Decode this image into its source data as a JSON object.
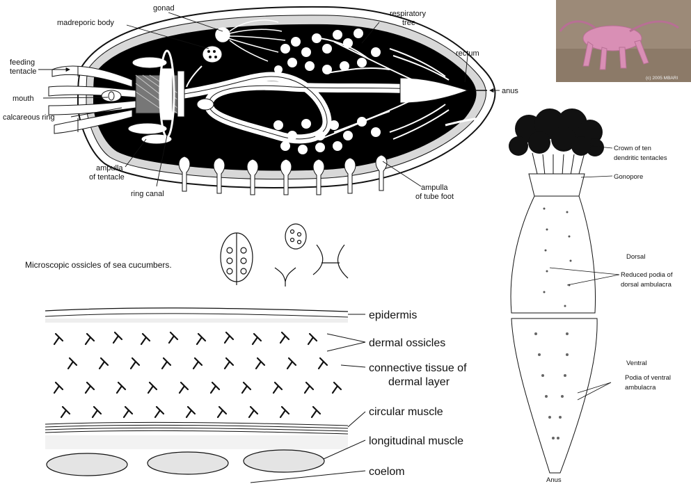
{
  "anatomy_labels": {
    "gonad": "gonad",
    "madreporic_body": "madreporic body",
    "respiratory_tree_1": "respiratory",
    "respiratory_tree_2": "tree",
    "feeding_tentacle_1": "feeding",
    "feeding_tentacle_2": "tentacle",
    "mouth": "mouth",
    "calcareous_ring": "calcareous ring",
    "rectum": "rectum",
    "anus": "anus",
    "ampulla_tentacle_1": "ampulla",
    "ampulla_tentacle_2": "of tentacle",
    "ring_canal": "ring canal",
    "ampulla_tube_foot_1": "ampulla",
    "ampulla_tube_foot_2": "of tube foot"
  },
  "photo": {
    "credit": "(c) 2005 MBARI",
    "bg_color": "#9c8a78",
    "animal_color": "#d98fb5"
  },
  "external_labels": {
    "crown_1": "Crown of ten",
    "crown_2": "dendritic tentacles",
    "gonopore": "Gonopore",
    "dorsal": "Dorsal",
    "reduced_podia_1": "Reduced podia of",
    "reduced_podia_2": "dorsal ambulacra",
    "ventral": "Ventral",
    "ventral_podia_1": "Podia of ventral",
    "ventral_podia_2": "ambulacra",
    "anus": "Anus"
  },
  "ossicles_caption": "Microscopic ossicles of sea cucumbers.",
  "body_wall_labels": {
    "epidermis": "epidermis",
    "dermal_ossicles": "dermal ossicles",
    "connective_1": "connective tissue of",
    "connective_2": "dermal layer",
    "circular_muscle": "circular muscle",
    "longitudinal_muscle": "longitudinal muscle",
    "coelom": "coelom"
  }
}
